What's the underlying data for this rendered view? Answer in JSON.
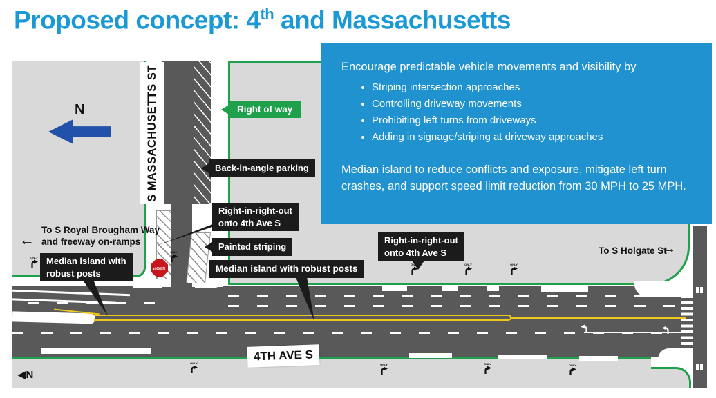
{
  "colors": {
    "title-blue": "#1b99d5",
    "box-blue": "#1f92cf",
    "row-green": "#1fa14c",
    "road-gray": "#595959",
    "block-gray": "#d9d9d9",
    "lane-yellow": "#eec81f",
    "stop-red": "#c8161d",
    "label-black": "#1b1b1b",
    "north-blue": "#2151a8"
  },
  "title": {
    "text_before_sup": "Proposed concept: 4",
    "sup": "th",
    "text_after_sup": " and Massachusetts"
  },
  "info_box": {
    "intro": "Encourage predictable vehicle movements and visibility by",
    "bullets": [
      "Striping intersection approaches",
      "Controlling driveway movements",
      "Prohibiting left turns from driveways",
      "Adding in signage/striping at driveway approaches"
    ],
    "paragraph": "Median island to reduce conflicts and exposure, mitigate left turn crashes, and support speed limit reduction from 30 MPH to 25 MPH."
  },
  "map": {
    "north_arrow_label": "N",
    "bottom_north_label": "◀N",
    "streets": {
      "vertical": "S MASSACHUSETTS ST",
      "horizontal": "4TH AVE S"
    },
    "right_of_way_label": "Right of way",
    "callouts": {
      "back_in_angle": "Back-in-angle parking",
      "rirro_line1": "Right-in-right-out",
      "rirro_line2": "onto 4th Ave S",
      "painted_striping": "Painted striping",
      "median_island": "Median island with robust posts",
      "median_island_line1": "Median island with",
      "median_island_line2": "robust posts"
    },
    "directions": {
      "brougham_line1": "To S Royal Brougham Way",
      "brougham_line2": "and freeway on-ramps",
      "brougham_arrow": "←",
      "holgate": "To S Holgate St",
      "holgate_arrow": "→"
    },
    "stop_sign": "STOP",
    "only_marking": "ONLY"
  }
}
